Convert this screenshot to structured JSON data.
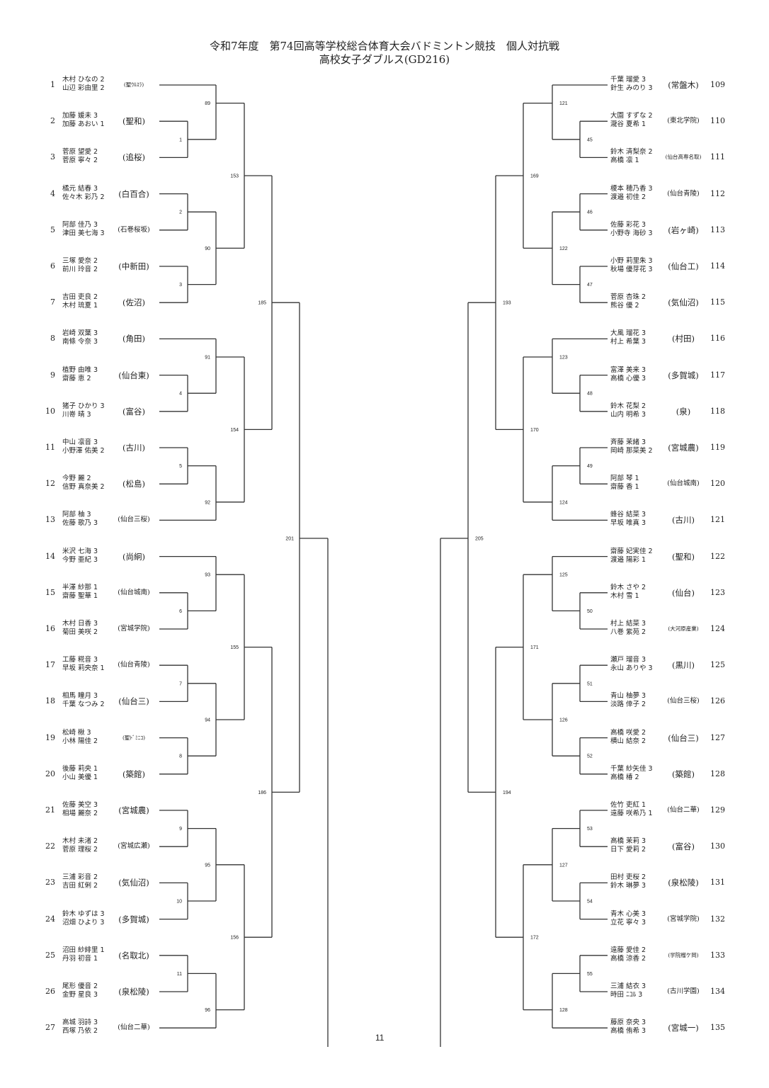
{
  "title": "令和7年度　第74回高等学校総合体育大会バドミントン競技　個人対抗戦",
  "subtitle": "高校女子ダブルス(GD216)",
  "page_number": "11",
  "left": {
    "entries": [
      {
        "seed": "1",
        "p1": "木村 ひなの 2",
        "p2": "山辺 彩由里 2",
        "school": "(聖ｳﾙｽﾗ)"
      },
      {
        "seed": "2",
        "p1": "加藤 媛未 3",
        "p2": "加藤 あおい 1",
        "school": "(聖和)"
      },
      {
        "seed": "3",
        "p1": "菅原 望愛 2",
        "p2": "菅原 寧々 2",
        "school": "(追桜)"
      },
      {
        "seed": "4",
        "p1": "橘元 結春 3",
        "p2": "佐々木 彩乃 2",
        "school": "(白百合)"
      },
      {
        "seed": "5",
        "p1": "阿部 佳乃 3",
        "p2": "津田 美七海 3",
        "school": "(石巻桜坂)"
      },
      {
        "seed": "6",
        "p1": "三塚 愛奈 2",
        "p2": "前川 玲音 2",
        "school": "(中新田)"
      },
      {
        "seed": "7",
        "p1": "吉田 吏良 2",
        "p2": "木村 琉夏 1",
        "school": "(佐沼)"
      },
      {
        "seed": "8",
        "p1": "岩崎 双葉 3",
        "p2": "南條 令奈 3",
        "school": "(角田)"
      },
      {
        "seed": "9",
        "p1": "植野 由唯 3",
        "p2": "齋藤 恵 2",
        "school": "(仙台東)"
      },
      {
        "seed": "10",
        "p1": "猪子 ひかり 3",
        "p2": "川嵜 晴 3",
        "school": "(富谷)"
      },
      {
        "seed": "11",
        "p1": "中山 凛音 3",
        "p2": "小野澤 佑美 2",
        "school": "(古川)"
      },
      {
        "seed": "12",
        "p1": "今野 麗 2",
        "p2": "信野 真奈美 2",
        "school": "(松島)"
      },
      {
        "seed": "13",
        "p1": "阿部 柚 3",
        "p2": "佐藤 歌乃 3",
        "school": "(仙台三桜)"
      },
      {
        "seed": "14",
        "p1": "米沢 七海 3",
        "p2": "今野 亜紀 3",
        "school": "(尚絅)"
      },
      {
        "seed": "15",
        "p1": "半澤 紗那 1",
        "p2": "齋藤 聖華 1",
        "school": "(仙台城南)"
      },
      {
        "seed": "16",
        "p1": "木村 日香 3",
        "p2": "菊田 美咲 2",
        "school": "(宮城学院)"
      },
      {
        "seed": "17",
        "p1": "工藤 糀音 3",
        "p2": "早坂 莉央奈 1",
        "school": "(仙台青陵)"
      },
      {
        "seed": "18",
        "p1": "相馬 瞳月 3",
        "p2": "千葉 なつみ 2",
        "school": "(仙台三)"
      },
      {
        "seed": "19",
        "p1": "松崎 楸 3",
        "p2": "小林 陽佳 2",
        "school": "(聖ﾄﾞﾐﾆｺ)"
      },
      {
        "seed": "20",
        "p1": "後藤 莉央 1",
        "p2": "小山 美優 1",
        "school": "(築館)"
      },
      {
        "seed": "21",
        "p1": "佐藤 美空 3",
        "p2": "相場 麗奈 2",
        "school": "(宮城農)"
      },
      {
        "seed": "22",
        "p1": "木村 未渚 2",
        "p2": "菅原 理桜 2",
        "school": "(宮城広瀬)"
      },
      {
        "seed": "23",
        "p1": "三浦 彩音 2",
        "p2": "吉田 紅俐 2",
        "school": "(気仙沼)"
      },
      {
        "seed": "24",
        "p1": "鈴木 ゆずは 3",
        "p2": "沼畑 ひより 3",
        "school": "(多賀城)"
      },
      {
        "seed": "25",
        "p1": "沼田 紗緋里 1",
        "p2": "丹羽 初音 1",
        "school": "(名取北)"
      },
      {
        "seed": "26",
        "p1": "尾形 優音 2",
        "p2": "金野 星良 3",
        "school": "(泉松陵)"
      },
      {
        "seed": "27",
        "p1": "高城 羽詩 3",
        "p2": "西塚 乃依 2",
        "school": "(仙台二華)"
      }
    ],
    "matches": {
      "r1": [
        "1",
        "2",
        "3",
        "4",
        "5",
        "6",
        "7",
        "8",
        "9",
        "10",
        "11"
      ],
      "r2": [
        "89",
        "90",
        "91",
        "92",
        "93",
        "94",
        "95",
        "96"
      ],
      "r3": [
        "153",
        "154",
        "155",
        "156"
      ],
      "r4": [
        "185",
        "186"
      ],
      "r5": [
        "201"
      ]
    }
  },
  "right": {
    "entries": [
      {
        "seed": "109",
        "p1": "千葉 瑠愛 3",
        "p2": "針生 みのり 3",
        "school": "(常盤木)"
      },
      {
        "seed": "110",
        "p1": "大園 すずな 2",
        "p2": "瀧谷 夏希 1",
        "school": "(東北学院)"
      },
      {
        "seed": "111",
        "p1": "鈴木 清梨奈 2",
        "p2": "高橋 凛 1",
        "school": "(仙台高専名取)"
      },
      {
        "seed": "112",
        "p1": "榎本 穂乃香 3",
        "p2": "渡邉 初佳 2",
        "school": "(仙台青陵)"
      },
      {
        "seed": "113",
        "p1": "佐藤 彩花 3",
        "p2": "小野寺 海砂 3",
        "school": "(岩ヶ崎)"
      },
      {
        "seed": "114",
        "p1": "小野 莉里朱 3",
        "p2": "秋場 優芽花 3",
        "school": "(仙台工)"
      },
      {
        "seed": "115",
        "p1": "菅原 杏珠 2",
        "p2": "熊谷 優 2",
        "school": "(気仙沼)"
      },
      {
        "seed": "116",
        "p1": "大風 瑠花 3",
        "p2": "村上 希葉 3",
        "school": "(村田)"
      },
      {
        "seed": "117",
        "p1": "富澤 美来 3",
        "p2": "高橋 心優 3",
        "school": "(多賀城)"
      },
      {
        "seed": "118",
        "p1": "鈴木 花梨 2",
        "p2": "山内 明希 3",
        "school": "(泉)"
      },
      {
        "seed": "119",
        "p1": "斉藤 茉緒 3",
        "p2": "岡崎 那菜美 2",
        "school": "(宮城農)"
      },
      {
        "seed": "120",
        "p1": "阿部 琴 1",
        "p2": "齋藤 香 1",
        "school": "(仙台城南)"
      },
      {
        "seed": "121",
        "p1": "蜂谷 結菜 3",
        "p2": "早坂 唯真 3",
        "school": "(古川)"
      },
      {
        "seed": "122",
        "p1": "齋藤 妃実佳 2",
        "p2": "渡邉 陽彩 1",
        "school": "(聖和)"
      },
      {
        "seed": "123",
        "p1": "鈴木 さや 2",
        "p2": "木村 雪 1",
        "school": "(仙台)"
      },
      {
        "seed": "124",
        "p1": "村上 結菜 3",
        "p2": "八巻 紫苑 2",
        "school": "(大河原産業)"
      },
      {
        "seed": "125",
        "p1": "瀬戸 瑠音 3",
        "p2": "永山 ありや 3",
        "school": "(黒川)"
      },
      {
        "seed": "126",
        "p1": "青山 柚夢 3",
        "p2": "淡路 倖子 2",
        "school": "(仙台三桜)"
      },
      {
        "seed": "127",
        "p1": "高橋 咲愛 2",
        "p2": "横山 結奈 2",
        "school": "(仙台三)"
      },
      {
        "seed": "128",
        "p1": "千葉 紗矢佳 3",
        "p2": "高橋 椿 2",
        "school": "(築館)"
      },
      {
        "seed": "129",
        "p1": "佐竹 吏紅 1",
        "p2": "遠藤 咲希乃 1",
        "school": "(仙台二華)"
      },
      {
        "seed": "130",
        "p1": "高橋 茉莉 3",
        "p2": "日下 愛莉 2",
        "school": "(富谷)"
      },
      {
        "seed": "131",
        "p1": "田村 吏桜 2",
        "p2": "鈴木 琳夢 3",
        "school": "(泉松陵)"
      },
      {
        "seed": "132",
        "p1": "青木 心美 3",
        "p2": "立花 寧々 3",
        "school": "(宮城学院)"
      },
      {
        "seed": "133",
        "p1": "遠藤 愛佳 2",
        "p2": "高橋 涼香 2",
        "school": "(学院榴ケ岡)"
      },
      {
        "seed": "134",
        "p1": "三浦 結衣 3",
        "p2": "時田 ﾆｺﾙ 3",
        "school": "(古川学園)"
      },
      {
        "seed": "135",
        "p1": "藤原 奈央 3",
        "p2": "高橋 侑希 3",
        "school": "(宮城一)"
      }
    ],
    "matches": {
      "r1": [
        "45",
        "46",
        "47",
        "48",
        "49",
        "50",
        "51",
        "52",
        "53",
        "54",
        "55"
      ],
      "r2": [
        "121",
        "122",
        "123",
        "124",
        "125",
        "126",
        "127",
        "128"
      ],
      "r3": [
        "169",
        "170",
        "171",
        "172"
      ],
      "r4": [
        "193",
        "194"
      ],
      "r5": [
        "205"
      ]
    }
  }
}
